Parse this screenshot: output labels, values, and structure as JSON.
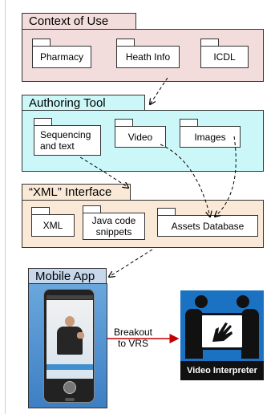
{
  "context_of_use": {
    "title": "Context of Use",
    "items": [
      "Pharmacy",
      "Heath Info",
      "ICDL"
    ]
  },
  "authoring_tool": {
    "title": "Authoring Tool",
    "items": [
      "Sequencing and text",
      "Video",
      "Images"
    ]
  },
  "xml_interface": {
    "title": "“XML” Interface",
    "items": [
      "XML",
      "Java code snippets",
      "Assets Database"
    ]
  },
  "mobile_app": {
    "title": "Mobile App",
    "breakout_label": "Breakout to VRS",
    "interpreter_label": "Video Interpreter"
  },
  "colors": {
    "context_fill": "#f2dcdc",
    "authoring_fill": "#ccf7f8",
    "xml_fill": "#fbe9d8",
    "mobile_fill": "#c7d8ec",
    "breakout_arrow": "#c00000",
    "interpreter_bg": "#1b72c2"
  }
}
